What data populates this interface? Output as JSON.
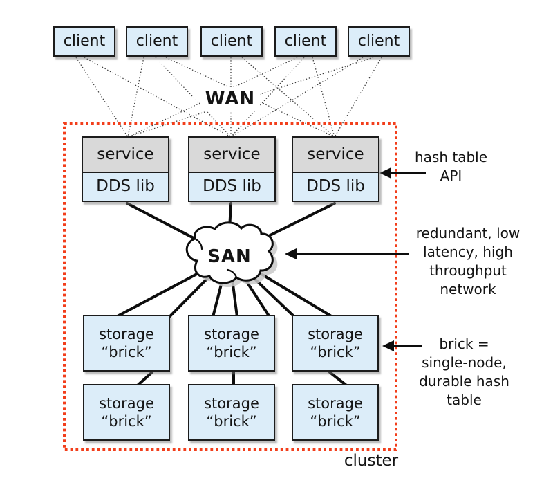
{
  "diagram": {
    "client_boxes": [
      {
        "label": "client"
      },
      {
        "label": "client"
      },
      {
        "label": "client"
      },
      {
        "label": "client"
      },
      {
        "label": "client"
      }
    ],
    "wan_label": "WAN",
    "service_boxes": [
      {
        "service_label": "service",
        "lib_label": "DDS lib"
      },
      {
        "service_label": "service",
        "lib_label": "DDS lib"
      },
      {
        "service_label": "service",
        "lib_label": "DDS lib"
      }
    ],
    "san_label": "SAN",
    "storage_bricks": [
      {
        "line1": "storage",
        "line2": "“brick”"
      },
      {
        "line1": "storage",
        "line2": "“brick”"
      },
      {
        "line1": "storage",
        "line2": "“brick”"
      },
      {
        "line1": "storage",
        "line2": "“brick”"
      },
      {
        "line1": "storage",
        "line2": "“brick”"
      },
      {
        "line1": "storage",
        "line2": "“brick”"
      }
    ],
    "cluster_label": "cluster",
    "annotations": {
      "api": {
        "lines": [
          "hash table",
          "API"
        ]
      },
      "network": {
        "lines": [
          "redundant, low",
          "latency, high",
          "throughput",
          "network"
        ]
      },
      "brick_definition": {
        "lines": [
          "brick =",
          "single-node,",
          "durable hash",
          "table"
        ]
      }
    },
    "colors": {
      "box_fill_blue": "#dcedf9",
      "service_fill_gray": "#d9d9d9",
      "cluster_border_red": "#f23e1b",
      "line_black": "#0d0d0d",
      "shadow_gray": "#9a9a9a"
    }
  }
}
